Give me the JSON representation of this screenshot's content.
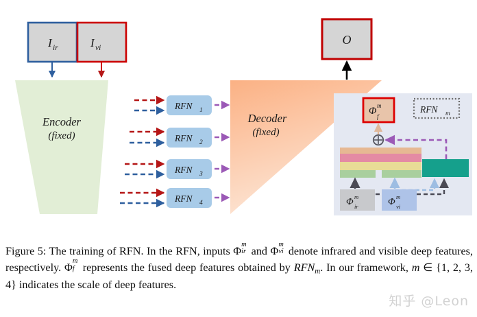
{
  "figure": {
    "inputs": [
      {
        "id": "ir",
        "label": "I",
        "sub": "ir",
        "border": "#2e5f9e",
        "fill": "#d5d5d5"
      },
      {
        "id": "vi",
        "label": "I",
        "sub": "vi",
        "border": "#cc0000",
        "fill": "#d5d5d5"
      }
    ],
    "output": {
      "label": "O",
      "border": "#c00000",
      "fill": "#d5d5d5"
    },
    "encoder": {
      "line1": "Encoder",
      "line2": "(fixed)",
      "fill": "#e2eed6"
    },
    "decoder": {
      "line1": "Decoder",
      "line2": "(fixed)",
      "fill_top": "#fbb98a",
      "fill_bottom": "#fde3d2"
    },
    "rfn_blocks": [
      {
        "label": "RFN",
        "sub": "1"
      },
      {
        "label": "RFN",
        "sub": "2"
      },
      {
        "label": "RFN",
        "sub": "3"
      },
      {
        "label": "RFN",
        "sub": "4"
      }
    ],
    "rfn_block_fill": "#a8cbe8",
    "arrow_colors": {
      "infrared": "#b51616",
      "visible": "#2e5f9e",
      "fused": "#9b59b6",
      "output": "#000000"
    },
    "detail_panel": {
      "title": "RFN",
      "title_sub": "m",
      "background": "#e4e8f2",
      "fused_box": {
        "label": "Φ",
        "sup": "m",
        "sub": "f",
        "border": "#dd0000",
        "fill": "#e8c4aa"
      },
      "plus_symbol": "⊕",
      "feature_bars": [
        {
          "name": "bar-tan",
          "color": "#e6b893"
        },
        {
          "name": "bar-pink",
          "color": "#e48aa4"
        },
        {
          "name": "bar-yellow",
          "color": "#e8dc96"
        },
        {
          "name": "bar-green",
          "color": "#a9cf9e"
        }
      ],
      "teal_bar": {
        "name": "bar-teal",
        "color": "#15a08c"
      },
      "inputs": [
        {
          "id": "phi-ir",
          "label": "Φ",
          "sup": "m",
          "sub": "ir",
          "fill": "#c8c9cc"
        },
        {
          "id": "phi-vi",
          "label": "Φ",
          "sup": "m",
          "sub": "vi",
          "fill": "#aec3e8"
        }
      ]
    }
  },
  "caption": {
    "p1": "Figure 5: The training of RFN. In the RFN, inputs Φ",
    "phi_ir_sup": "m",
    "phi_ir_sub": "ir",
    "p2": " and Φ",
    "phi_vi_sup": "m",
    "phi_vi_sub": "vi",
    "p3": " denote infrared and visible deep features, respectively.  Φ",
    "phi_f_sup": "m",
    "phi_f_sub": "f",
    "p4": " represents the fused deep features obtained by ",
    "rfn_m": "RFN",
    "rfn_m_sub": "m",
    "p5": ".  In our framework, ",
    "m_var": "m",
    "p6": " ∈ {1, 2, 3, 4} indicates the scale of deep features."
  },
  "watermark": {
    "text": "知乎 @Leon"
  }
}
